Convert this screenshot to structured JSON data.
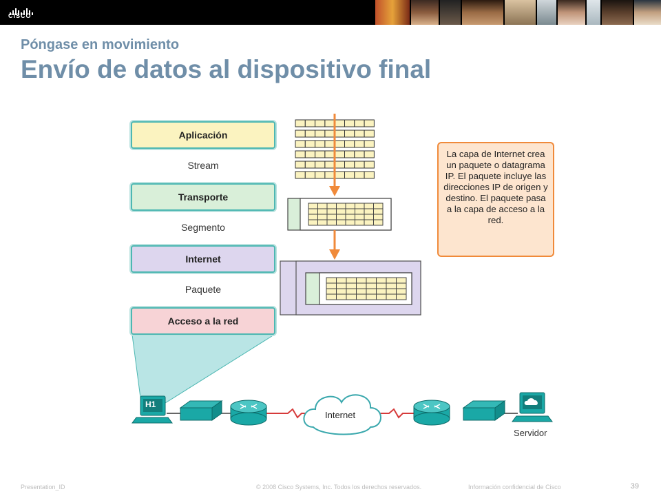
{
  "header": {
    "logo_text": "CISCO"
  },
  "slide": {
    "subtitle": "Póngase en movimiento",
    "title": "Envío de datos al dispositivo final"
  },
  "layers": [
    {
      "label": "Aplicación",
      "color": "#fbf3c0"
    },
    {
      "label": "Transporte",
      "color": "#d9efd9"
    },
    {
      "label": "Internet",
      "color": "#ddd6ee"
    },
    {
      "label": "Acceso a la red",
      "color": "#f7d3d6"
    }
  ],
  "pdus": [
    "Stream",
    "Segmento",
    "Paquete"
  ],
  "note": "La capa de Internet crea un paquete o datagrama IP. El paquete incluye las direcciones IP de origen y destino. El paquete pasa a la capa de acceso a la red.",
  "network": {
    "host_label": "H1",
    "cloud_label": "Internet",
    "server_label": "Servidor"
  },
  "footer": {
    "left": "Presentation_ID",
    "center": "© 2008 Cisco Systems, Inc. Todos los derechos reservados.",
    "right": "Información confidencial de Cisco",
    "page": "39"
  },
  "colors": {
    "accent_arrow": "#f08a3a",
    "title": "#6f8ea8",
    "frame": "#4db7b2",
    "grid_fill": "#fbf3c0"
  }
}
